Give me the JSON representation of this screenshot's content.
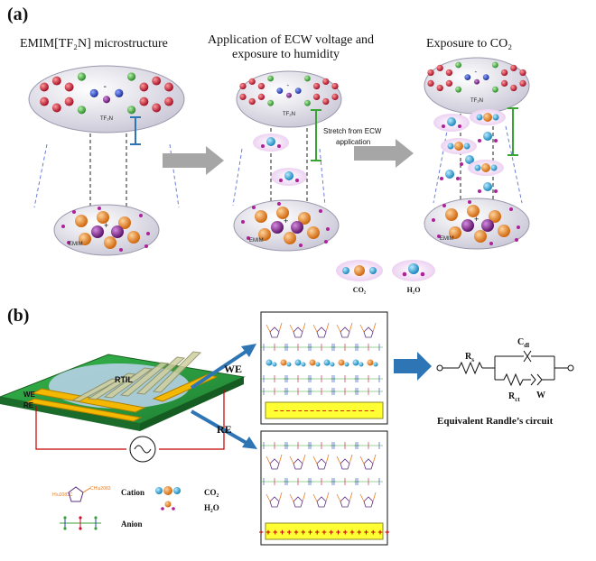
{
  "panel_a": {
    "label": "(a)",
    "stage1_title": "EMIM[TF₂N] microstructure",
    "stage2_title_line1": "Application of ECW voltage and",
    "stage2_title_line2": "exposure to humidity",
    "stage3_title": "Exposure to CO₂",
    "anion_label": "TF₂N",
    "cation_label": "EMIM",
    "plus": "+",
    "minus": "-",
    "stretch_line1": "Stretch from ECW",
    "stretch_line2": "application",
    "legend_co2": "CO₂",
    "legend_h2o": "H₂O"
  },
  "panel_b": {
    "label": "(b)",
    "rtil": "RTIL",
    "we_chip": "WE",
    "re_chip": "RE",
    "we_arrow": "WE",
    "re_arrow": "RE",
    "legend_cation": "Cation",
    "legend_anion": "Anion",
    "legend_co2": "CO₂",
    "legend_h2o": "H₂O",
    "circuit": {
      "rs": "R",
      "rs_sub": "s",
      "cdl": "C",
      "cdl_sub": "dl",
      "rct": "R",
      "rct_sub": "ct",
      "w": "W",
      "caption": "Equivalent Randle’s circuit"
    },
    "electrode_top_sign": "– – – – – – – – – – – – – – – – –",
    "electrode_bottom_sign": "+ + + + + + + + + + + + + + + + + + +"
  },
  "colors": {
    "anion_red": "#c8102e",
    "anion_green": "#3aa335",
    "anion_blue": "#1f3fbf",
    "cation_orange": "#e67e22",
    "cation_purple": "#7d1e8c",
    "co2_blue": "#2fa8dc",
    "h2o_magenta": "#b0209a",
    "arrow_gray": "#a6a6a6",
    "arrow_blue": "#2e75b6",
    "board_green": "#2ea043",
    "gold": "#f5b800",
    "electrode_yellow": "#ffff33"
  }
}
